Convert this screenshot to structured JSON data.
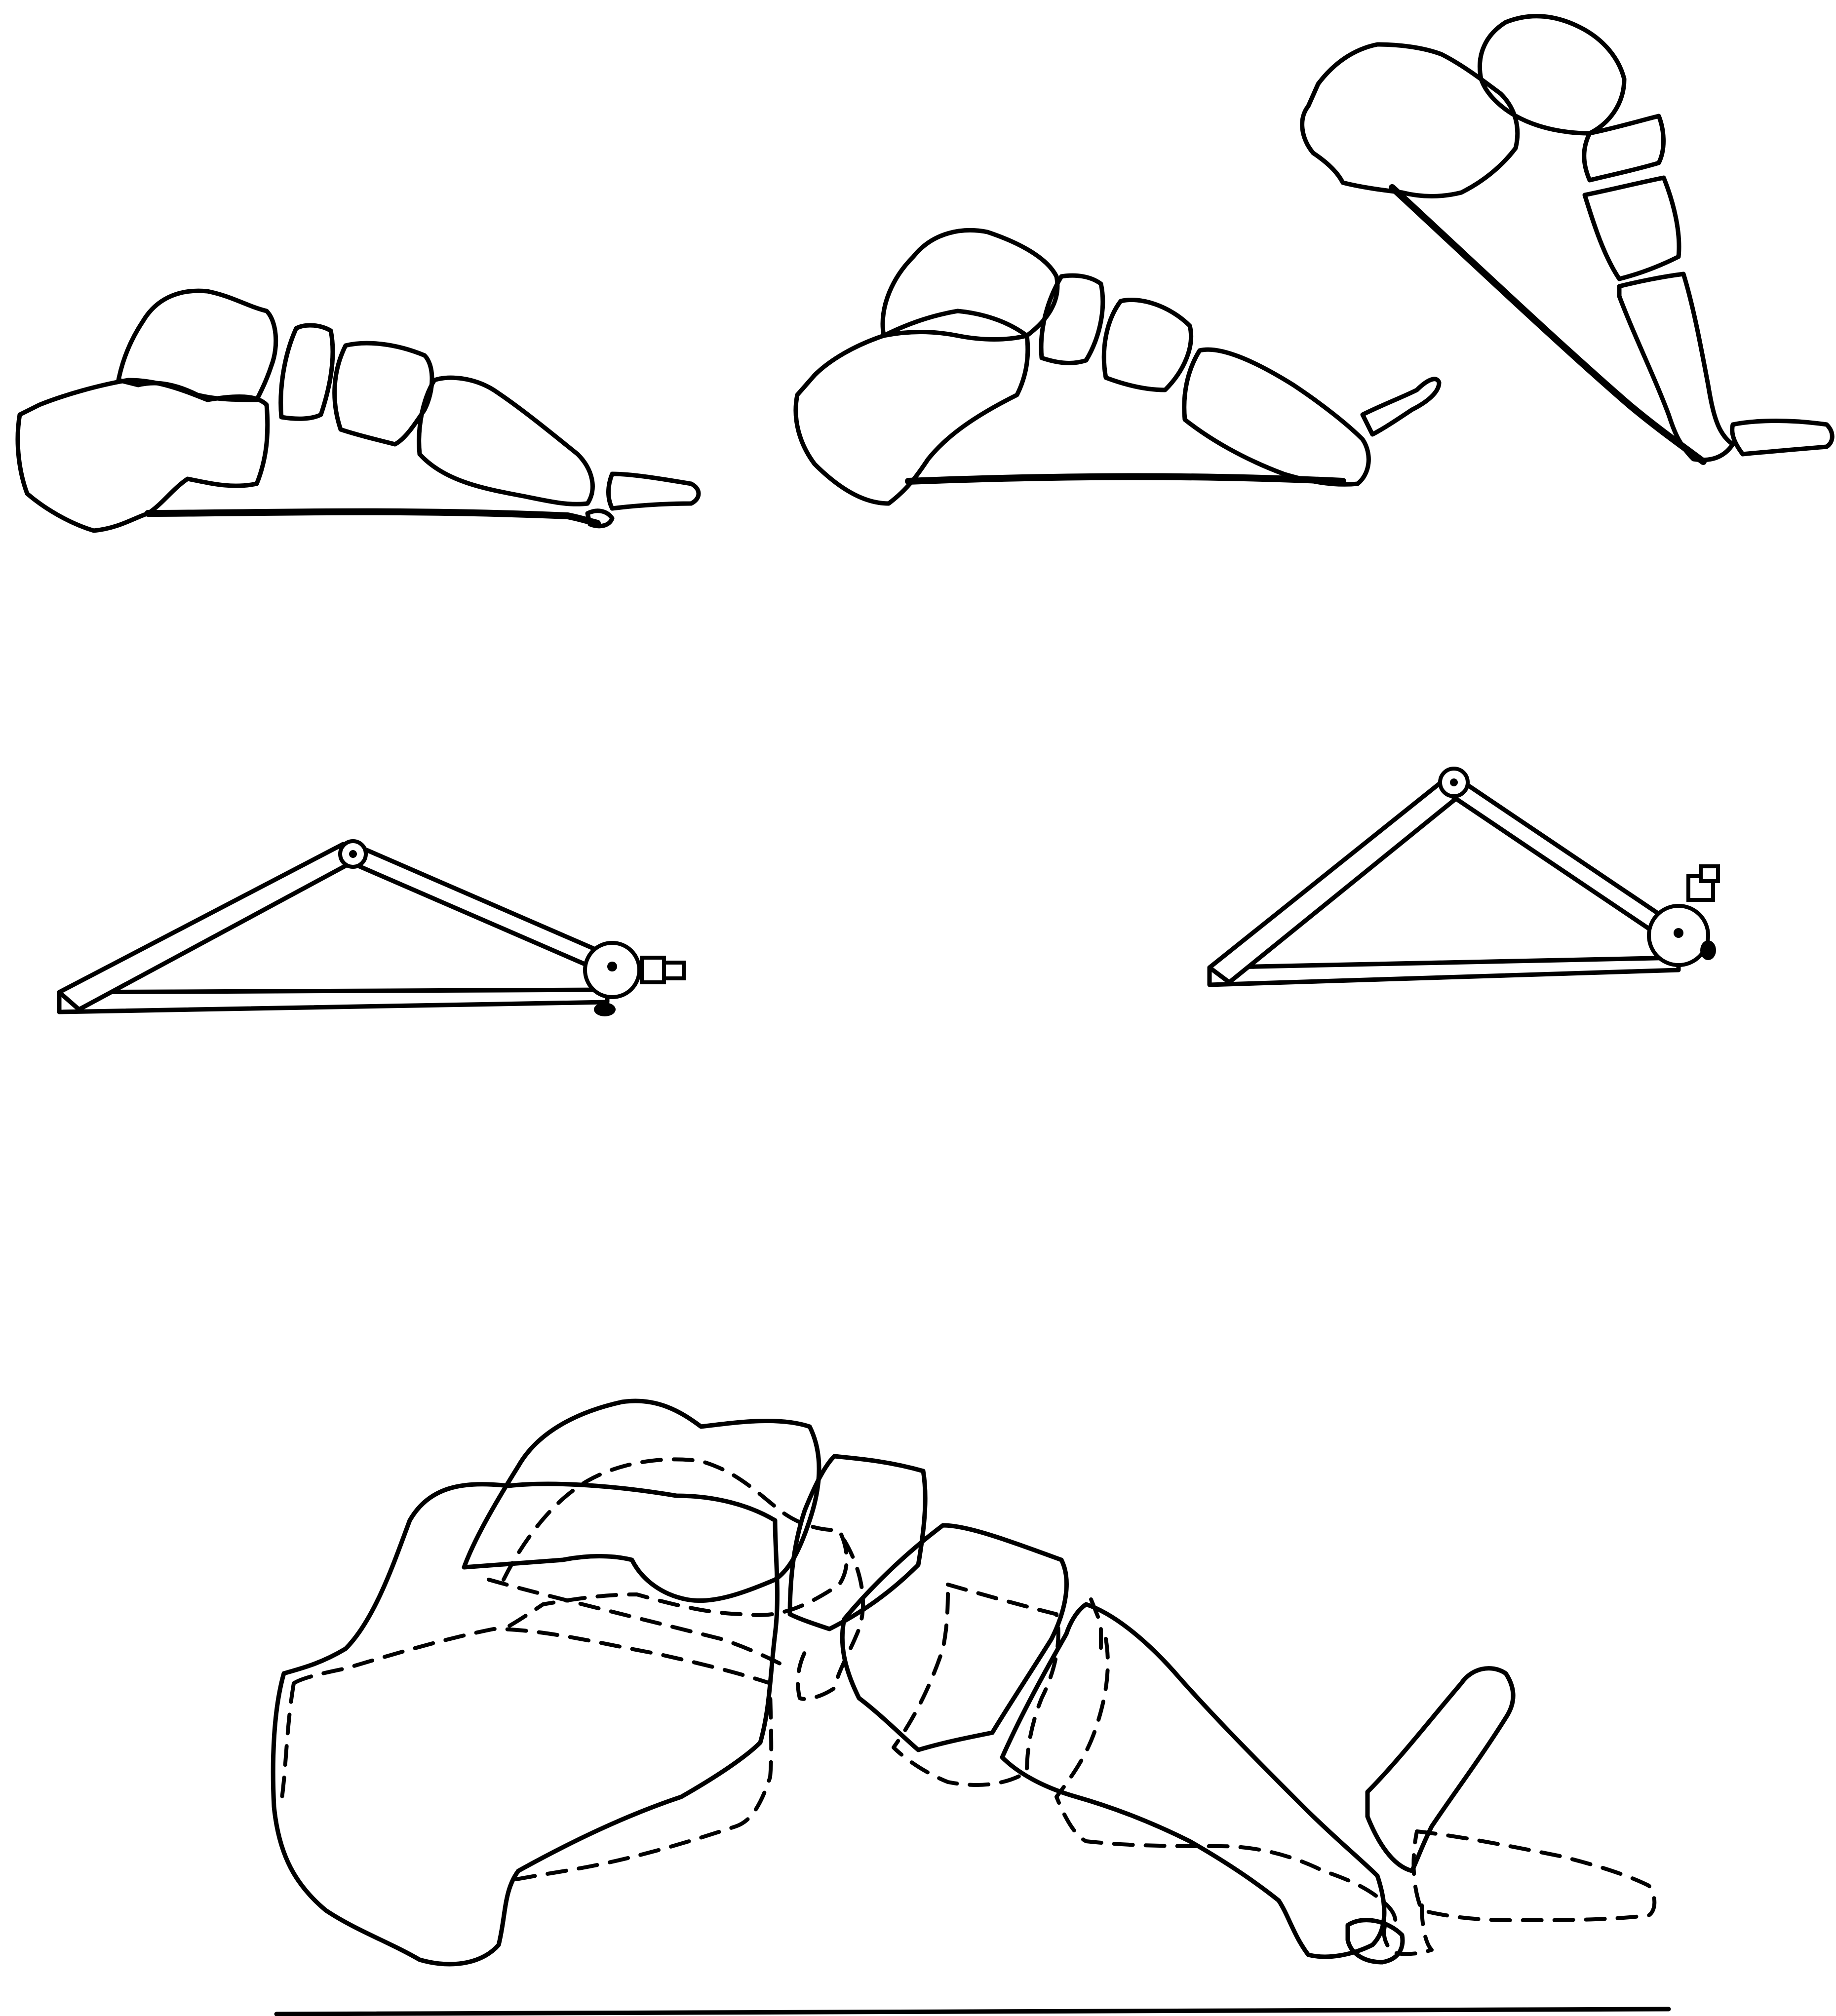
{
  "figure": {
    "panels": [
      {
        "group": "foot-diagrams-top-row",
        "count": 3
      },
      {
        "group": "truss-diagrams-middle-row",
        "count": 2
      },
      {
        "group": "overlay-foot-diagram-bottom",
        "count": 1
      }
    ],
    "colors": {
      "stroke": "#000000",
      "background": "#ffffff"
    },
    "line_styles": {
      "solid": "solid",
      "dashed": "dashed"
    }
  }
}
